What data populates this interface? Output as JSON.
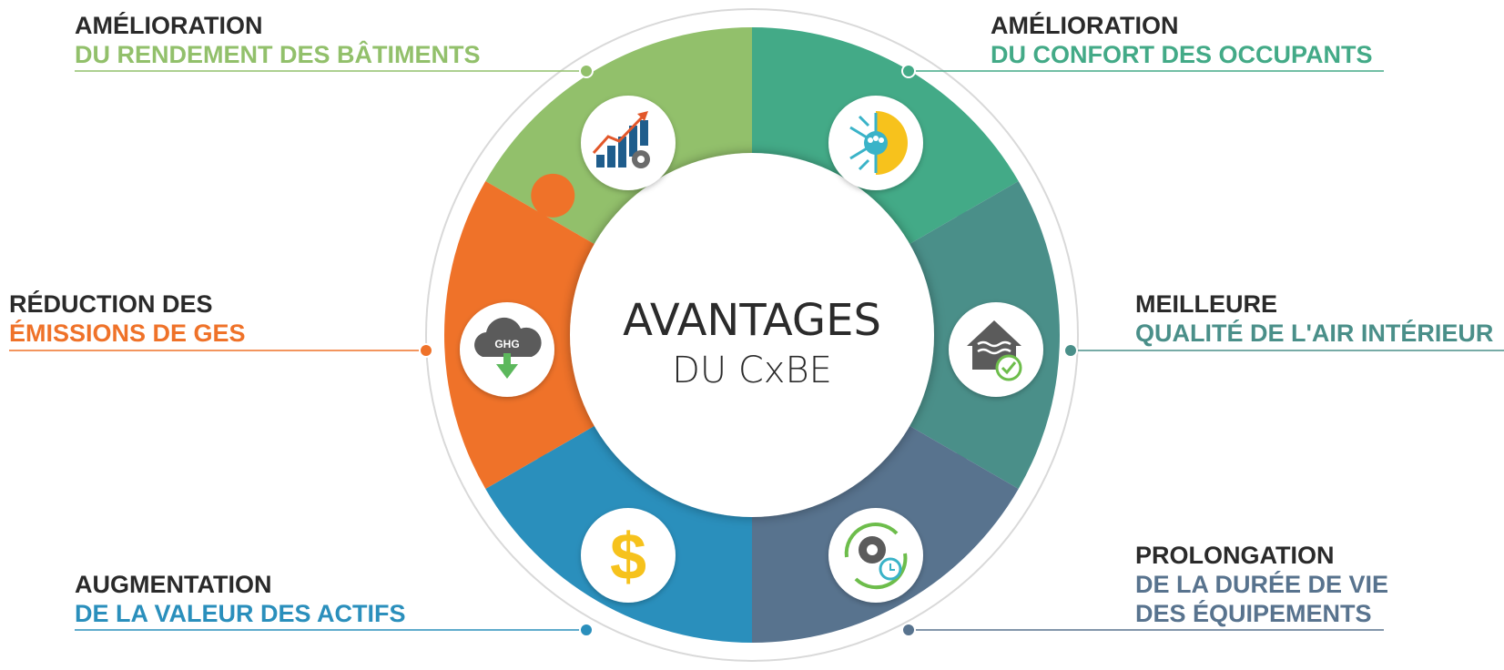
{
  "center": {
    "title": "AVANTAGES",
    "subtitle": "DU CxBE"
  },
  "segments": [
    {
      "id": "buildings",
      "line1": "AMÉLIORATION",
      "line2": "DU RENDEMENT DES BÂTIMENTS",
      "color": "#92c06b",
      "icon": "chart-gear-icon"
    },
    {
      "id": "comfort",
      "line1": "AMÉLIORATION",
      "line2": "DU CONFORT DES OCCUPANTS",
      "color": "#43aa87",
      "icon": "snowflake-sun-people-icon"
    },
    {
      "id": "air",
      "line1": "MEILLEURE",
      "line2": "QUALITÉ DE L'AIR INTÉRIEUR",
      "color": "#4a8f89",
      "icon": "house-air-check-icon"
    },
    {
      "id": "lifespan",
      "line1": "PROLONGATION",
      "line2": "DE LA DURÉE DE VIE",
      "line3": "DES ÉQUIPEMENTS",
      "color": "#58738e",
      "icon": "gear-cycle-clock-icon"
    },
    {
      "id": "assets",
      "line1": "AUGMENTATION",
      "line2": "DE LA VALEUR DES ACTIFS",
      "color": "#2a8fbc",
      "icon": "dollar-icon"
    },
    {
      "id": "ghg",
      "line1": "RÉDUCTION DES",
      "line2": "ÉMISSIONS DE GES",
      "color": "#ef7229",
      "icon": "ghg-cloud-down-icon",
      "icon_text": "GHG"
    }
  ],
  "colors": {
    "title": "#2b2b2b",
    "label_dark": "#2a2a2a",
    "outer_ring": "#d9d9d9",
    "dollar": "#f6c21c"
  }
}
